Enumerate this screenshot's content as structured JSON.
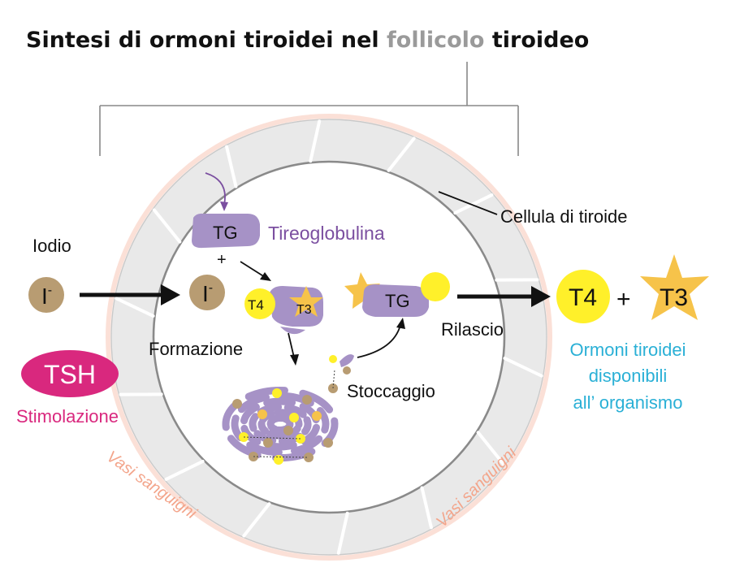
{
  "title": {
    "part1": "Sintesi di ormoni tiroidei nel ",
    "highlight": "follicolo",
    "part2": " tiroideo"
  },
  "labels": {
    "cell": "Cellula di tiroide",
    "iodine": "Iodio",
    "iodide_symbol": "I",
    "iodide_charge": "-",
    "tg": "TG",
    "thyroglobulin": "Tireoglobulina",
    "plus_small": "+",
    "t4": "T4",
    "t3": "T3",
    "formation": "Formazione",
    "release": "Rilascio",
    "storage": "Stoccaggio",
    "tsh": "TSH",
    "stimulation": "Stimolazione",
    "vessels_left": "Vasi sanguigni",
    "vessels_right": "Vasi sanguigni",
    "plus_big": "+",
    "hormones_line1": "Ormoni tiroidei",
    "hormones_line2": "disponibili",
    "hormones_line3": "all’ organismo"
  },
  "colors": {
    "tg_purple": "#a692c6",
    "label_purple": "#7b4fa0",
    "iodide_brown": "#b89c72",
    "t4_yellow": "#fff02a",
    "t3_orange": "#f6c34a",
    "tsh_pink": "#d9287e",
    "hormone_blue": "#2ab0d6",
    "vessel_salmon": "#f3a58b",
    "cell_gray": "#ececec"
  }
}
